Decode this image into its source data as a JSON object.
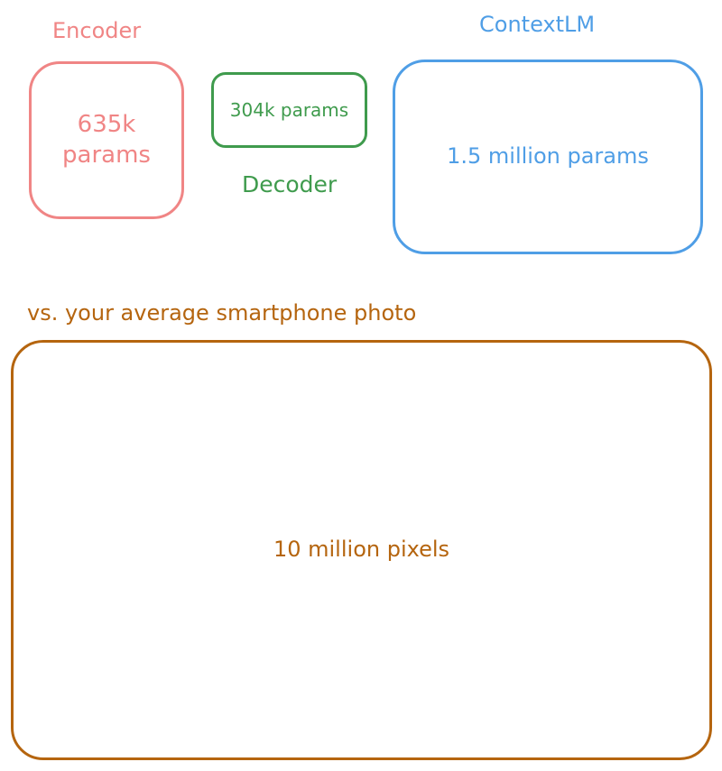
{
  "colors": {
    "encoder": "#f08585",
    "decoder": "#3f9b4d",
    "contextlm": "#4f9ee6",
    "photo": "#b5650f"
  },
  "encoder": {
    "title": "Encoder",
    "line1": "635k",
    "line2": "params"
  },
  "decoder": {
    "title": "Decoder",
    "text": "304k params"
  },
  "contextlm": {
    "title": "ContextLM",
    "text": "1.5 million params"
  },
  "photo": {
    "title": "vs. your average smartphone photo",
    "text": "10 million pixels"
  }
}
